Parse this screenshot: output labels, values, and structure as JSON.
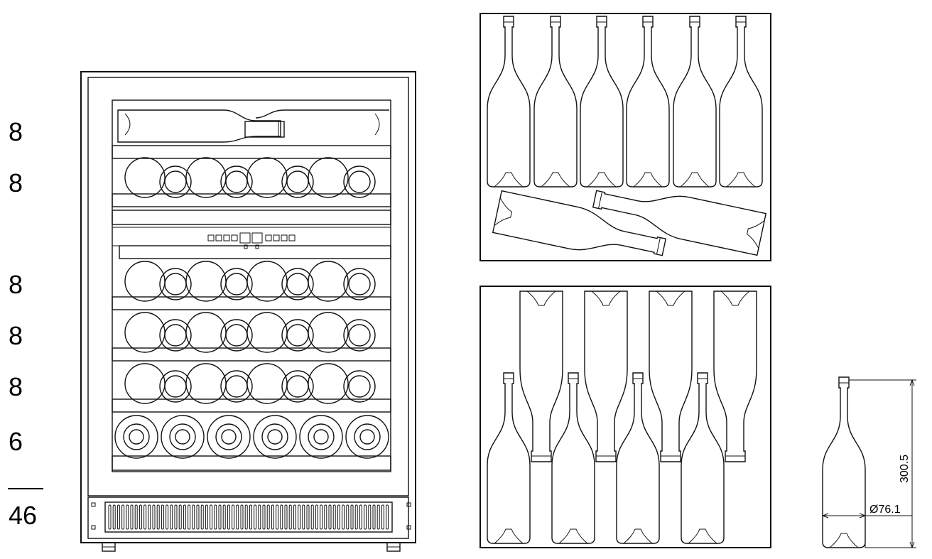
{
  "shelf_counts": [
    "8",
    "8",
    "8",
    "8",
    "8",
    "6"
  ],
  "total": "46",
  "bottle_dimensions": {
    "height": "300.5",
    "diameter": "Ø76.1"
  }
}
